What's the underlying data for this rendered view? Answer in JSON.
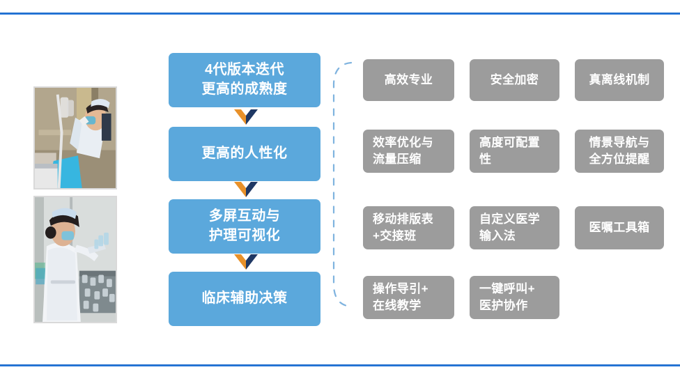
{
  "slide": {
    "background_color": "#ffffff",
    "rule_color": "#1a6fd4",
    "accent_blue": "#5BA8DC",
    "feature_gray": "#9C9C9C",
    "chevron_orange": "#E8912A",
    "chevron_navy": "#1F3864",
    "bracket_color": "#7FB3DF"
  },
  "photos": [
    {
      "name": "nurse-scanning-iv-bag",
      "alt": "护士扫描输液袋"
    },
    {
      "name": "nurse-holding-vials",
      "alt": "护士核对药品"
    }
  ],
  "flow": {
    "steps": [
      {
        "line1": "4代版本迭代",
        "line2": "更高的成熟度"
      },
      {
        "line1": "更高的人性化",
        "line2": ""
      },
      {
        "line1": "多屏互动与",
        "line2": "护理可视化"
      },
      {
        "line1": "临床辅助决策",
        "line2": ""
      }
    ],
    "connector_count": 3
  },
  "features": {
    "rows": [
      {
        "align": "center",
        "cells": [
          {
            "line1": "高效专业",
            "line2": ""
          },
          {
            "line1": "安全加密",
            "line2": ""
          },
          {
            "line1": "真离线机制",
            "line2": ""
          }
        ]
      },
      {
        "align": "left",
        "cells": [
          {
            "line1": "效率优化与",
            "line2": "流量压缩"
          },
          {
            "line1": "高度可配置",
            "line2": "性"
          },
          {
            "line1": "情景导航与",
            "line2": "全方位提醒"
          }
        ]
      },
      {
        "align": "left",
        "cells": [
          {
            "line1": "移动排版表",
            "line2": "+交接班"
          },
          {
            "line1": "自定义医学",
            "line2": "输入法"
          },
          {
            "line1": "医嘱工具箱",
            "line2": ""
          }
        ]
      },
      {
        "align": "left",
        "cells": [
          {
            "line1": "操作导引+",
            "line2": "在线教学"
          },
          {
            "line1": "一键呼叫+",
            "line2": "医护协作"
          },
          {
            "line1": "",
            "line2": ""
          }
        ]
      }
    ]
  }
}
